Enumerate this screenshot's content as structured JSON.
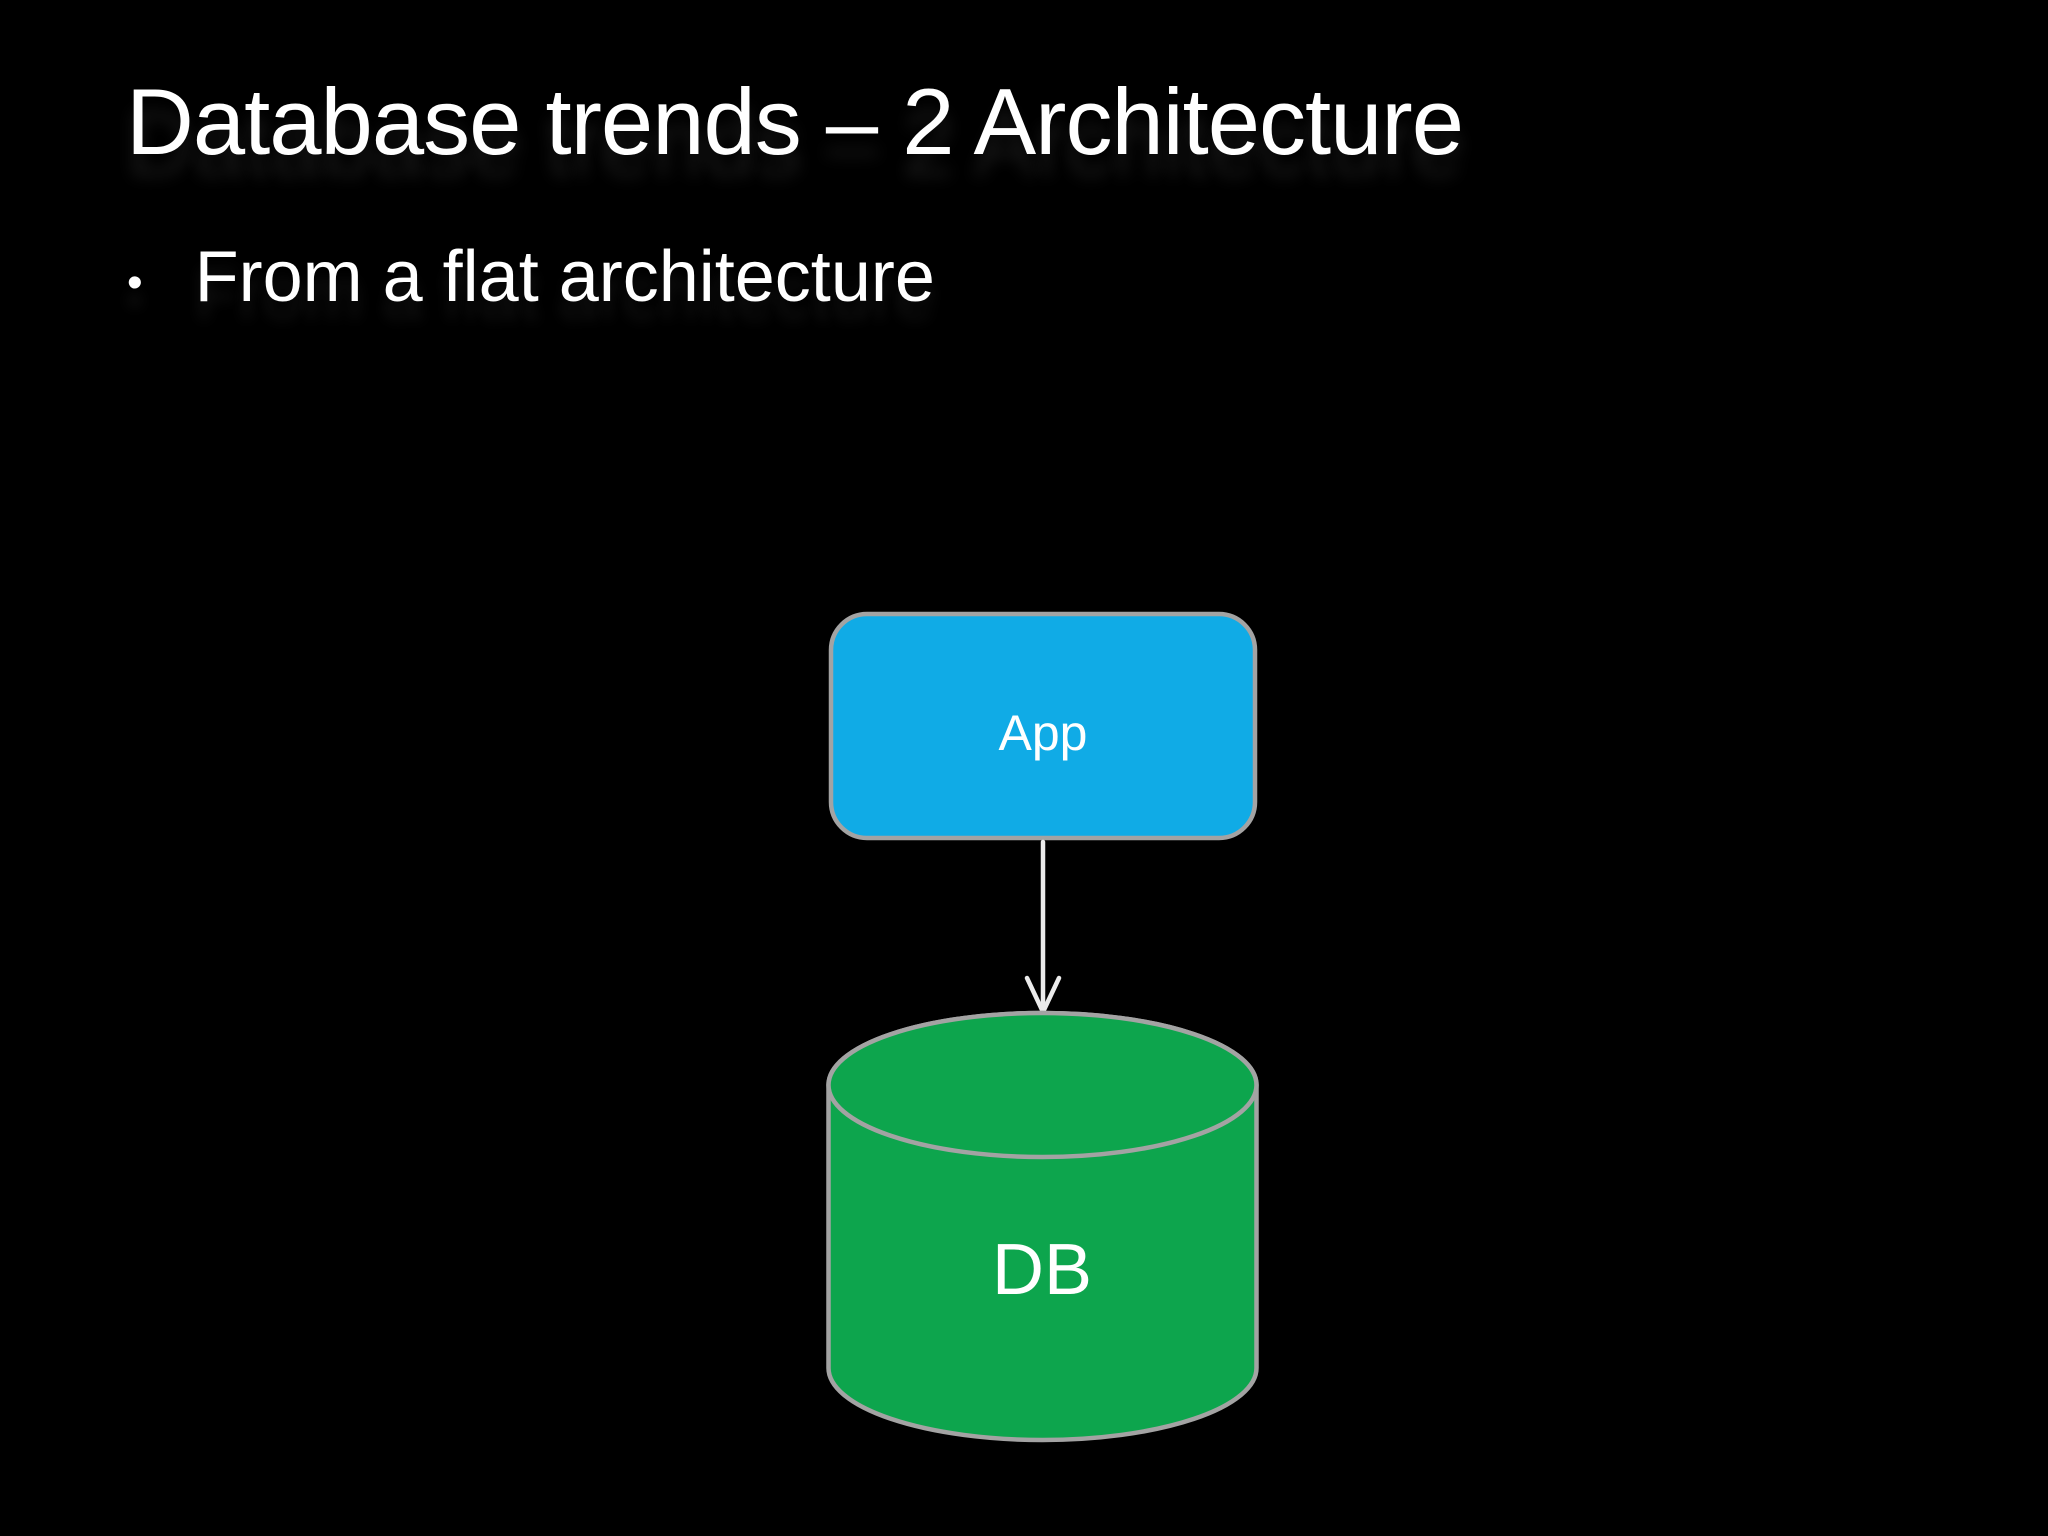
{
  "slide": {
    "title": "Database trends – 2 Architecture",
    "bullet_glyph": "•",
    "bullets": [
      "From a flat architecture"
    ]
  },
  "diagram": {
    "nodes": [
      {
        "id": "app",
        "label": "App",
        "shape": "rounded-rectangle"
      },
      {
        "id": "db",
        "label": "DB",
        "shape": "cylinder"
      }
    ],
    "edge": {
      "from": "App",
      "to": "DB",
      "direction": "down",
      "style": "open-arrowhead"
    },
    "colors": {
      "background": "#000000",
      "text": "#ffffff",
      "app_fill": "#10abe6",
      "db_fill": "#0da54d",
      "shape_border": "#a3a3a3",
      "arrow": "#ebebeb"
    }
  }
}
